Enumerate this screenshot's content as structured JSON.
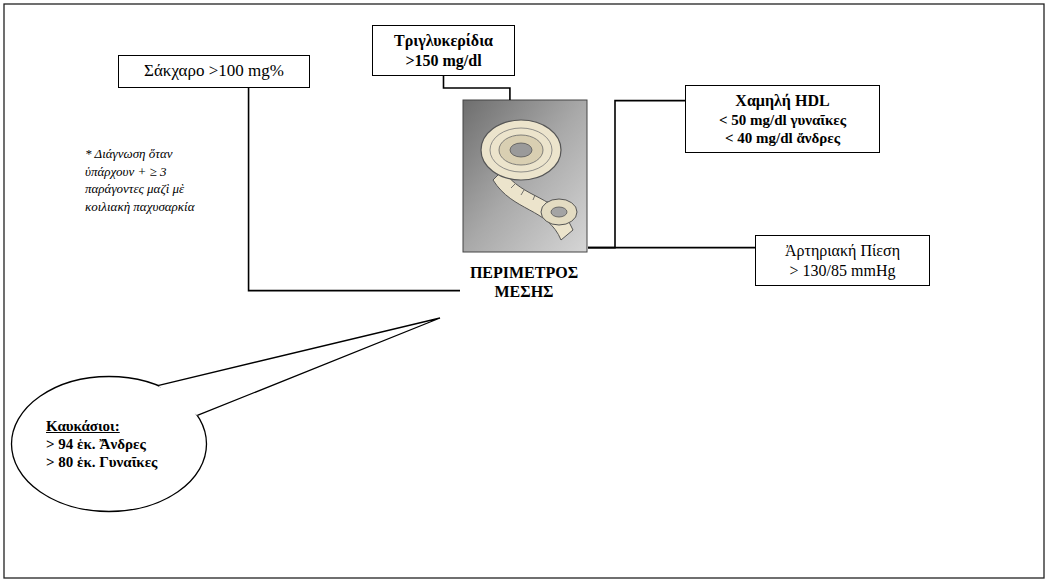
{
  "diagram": {
    "nodes": [
      {
        "text": [
          "Σάκχαρο >100 mg%"
        ]
      },
      {
        "text": [
          "Τριγλυκερίδια",
          ">150 mg/dl"
        ]
      },
      {
        "text": [
          "Χαμηλή HDL",
          "< 50 mg/dl γυναῖκες",
          "< 40 mg/dl ἄνδρες"
        ]
      },
      {
        "text": [
          "ΠΕΡΙΜΕΤΡΟΣ ΜΕΣΗΣ"
        ]
      },
      {
        "text": [
          "Ἀρτηριακή Πίεση",
          "> 130/85 mmHg"
        ]
      },
      {
        "text": [
          "Καυκάσιοι:",
          "> 94 ἑκ. Ἄνδρες",
          "> 80 ἑκ. Γυναῖκες"
        ]
      }
    ],
    "edges": [
      {
        "from": 0,
        "to": 3,
        "arrow": "none"
      },
      {
        "from": 1,
        "to": 3,
        "arrow": "none"
      },
      {
        "from": 2,
        "to": 3,
        "arrow": "none"
      },
      {
        "from": 4,
        "to": 3,
        "arrow": "none"
      }
    ],
    "labels": [
      "* Διάγνωση ὅταν ὑπάρχουν + ≥ 3 παράγοντες μαζὶ μὲ κοιλιακὴ παχυσαρκία"
    ]
  }
}
